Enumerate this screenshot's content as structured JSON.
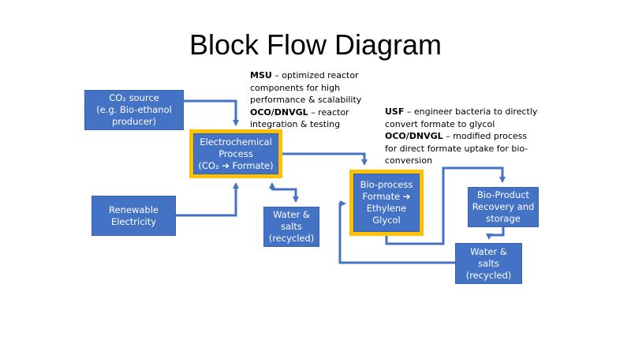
{
  "title": "Block Flow Diagram",
  "colors": {
    "box_fill": "#4472c4",
    "highlight_border": "#ffc000",
    "arrow": "#4472c4",
    "text_on_box": "#ffffff"
  },
  "nodes": {
    "co2_source": {
      "lines": [
        "CO₂ source",
        "(e.g. Bio-ethanol",
        "producer)"
      ]
    },
    "renewable": {
      "lines": [
        "Renewable",
        "Electricity"
      ]
    },
    "electrochemical": {
      "lines": [
        "Electrochemical",
        "Process",
        "(CO₂ ➔ Formate)"
      ],
      "highlighted": true
    },
    "water_salts_1": {
      "lines": [
        "Water &",
        "salts",
        "(recycled)"
      ]
    },
    "bioprocess": {
      "lines": [
        "Bio-process",
        "Formate ➔",
        "Ethylene",
        "Glycol"
      ],
      "highlighted": true
    },
    "bioproduct": {
      "lines": [
        "Bio-Product",
        "Recovery and",
        "storage"
      ]
    },
    "water_salts_2": {
      "lines": [
        "Water &",
        "salts",
        "(recycled)"
      ]
    }
  },
  "notes": {
    "msu": {
      "line1_bold": "MSU",
      "line1_rest": " – optimized reactor",
      "line2": "components for high",
      "line3": "performance & scalability",
      "line4_bold": "OCO/DNVGL",
      "line4_rest": " –  reactor",
      "line5": "integration & testing"
    },
    "usf": {
      "line1_bold": "USF",
      "line1_rest": " – engineer bacteria to directly",
      "line2": "convert formate to glycol",
      "line3_bold": "OCO/DNVGL",
      "line3_rest": " – modified process",
      "line4": "for direct formate uptake for bio-",
      "line5": "conversion"
    }
  },
  "edges": [
    {
      "from": "co2_source",
      "to": "electrochemical"
    },
    {
      "from": "renewable",
      "to": "electrochemical"
    },
    {
      "from": "electrochemical",
      "to": "water_salts_1",
      "bidirectional": true
    },
    {
      "from": "electrochemical",
      "to": "bioprocess"
    },
    {
      "from": "bioprocess",
      "to": "bioproduct"
    },
    {
      "from": "bioproduct",
      "to": "water_salts_2"
    },
    {
      "from": "water_salts_2",
      "to": "bioprocess"
    }
  ]
}
